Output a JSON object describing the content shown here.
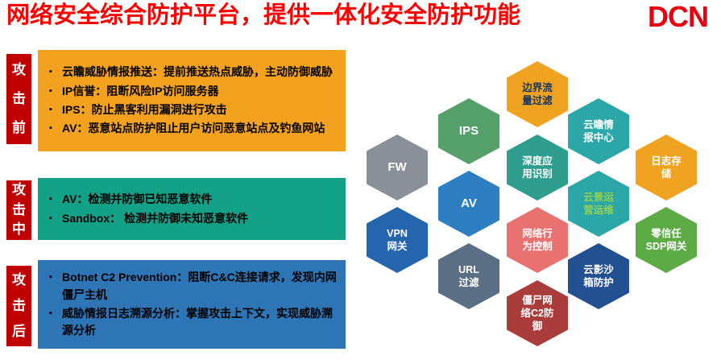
{
  "header": {
    "title": "网络安全综合防护平台，提供一体化安全防护功能",
    "logo_text": "DCN"
  },
  "colors": {
    "title_red": "#fe0000",
    "logo_red": "#e60012",
    "tab_red": "#c00000",
    "bullet_text": "#000000"
  },
  "bullet_marker": "▪",
  "sections": [
    {
      "tab": "攻击前",
      "panel_color": "#f3a21f",
      "bullets": [
        {
          "term": "云瞻威胁情报推送",
          "desc": "：提前推送热点威胁，主动防御威胁"
        },
        {
          "term": "IP信誉",
          "desc": "：阻断风险IP访问服务器"
        },
        {
          "term": "IPS",
          "desc": "：防止黑客利用漏洞进行攻击"
        },
        {
          "term": "AV",
          "desc": "：恶意站点防护阻止用户访问恶意站点及钓鱼网站"
        }
      ]
    },
    {
      "tab": "攻击中",
      "panel_color": "#12a187",
      "bullets": [
        {
          "term": "AV",
          "desc": "：检测并防御已知恶意软件"
        },
        {
          "term": "Sandbox",
          "desc": "： 检测并防御未知恶意软件"
        }
      ]
    },
    {
      "tab": "攻击后",
      "panel_color": "#2e75b6",
      "bullets": [
        {
          "term": "Botnet C2 Prevention",
          "desc": "：阻断C&C连接请求，发现内网僵尸主机"
        },
        {
          "term": "威胁情报日志溯源分析",
          "desc": "：掌握攻击上下文，实现威胁溯源分析"
        }
      ]
    }
  ],
  "hexagons": [
    {
      "label": "FW",
      "color": "#8a9097",
      "text_color": "#ffffff"
    },
    {
      "label": "IPS",
      "color": "#55a06a",
      "text_color": "#ffffff"
    },
    {
      "label": "边界流\n量过滤",
      "color": "#f0a321",
      "text_color": "#17365d"
    },
    {
      "label": "云瞻情\n报中心",
      "color": "#2ba7a7",
      "text_color": "#ffffff"
    },
    {
      "label": "日志存\n储",
      "color": "#f0a321",
      "text_color": "#ffffff"
    },
    {
      "label": "深度应\n用识别",
      "color": "#2f9e8e",
      "text_color": "#ffffff"
    },
    {
      "label": "AV",
      "color": "#2e7fc2",
      "text_color": "#ffffff"
    },
    {
      "label": "云景运\n营运维",
      "color": "#2ba7a7",
      "text_color": "#92d050"
    },
    {
      "label": "零信任\nSDP网关",
      "color": "#5cab45",
      "text_color": "#ffffff"
    },
    {
      "label": "VPN\n网关",
      "color": "#2565ae",
      "text_color": "#ffffff"
    },
    {
      "label": "网络行\n为控制",
      "color": "#e97270",
      "text_color": "#ffffff"
    },
    {
      "label": "URL\n过滤",
      "color": "#5a6f83",
      "text_color": "#ffffff"
    },
    {
      "label": "云影沙\n箱防护",
      "color": "#235091",
      "text_color": "#ffffff"
    },
    {
      "label": "僵尸网\n络C2防\n御",
      "color": "#ab3c3c",
      "text_color": "#ffffff"
    }
  ]
}
